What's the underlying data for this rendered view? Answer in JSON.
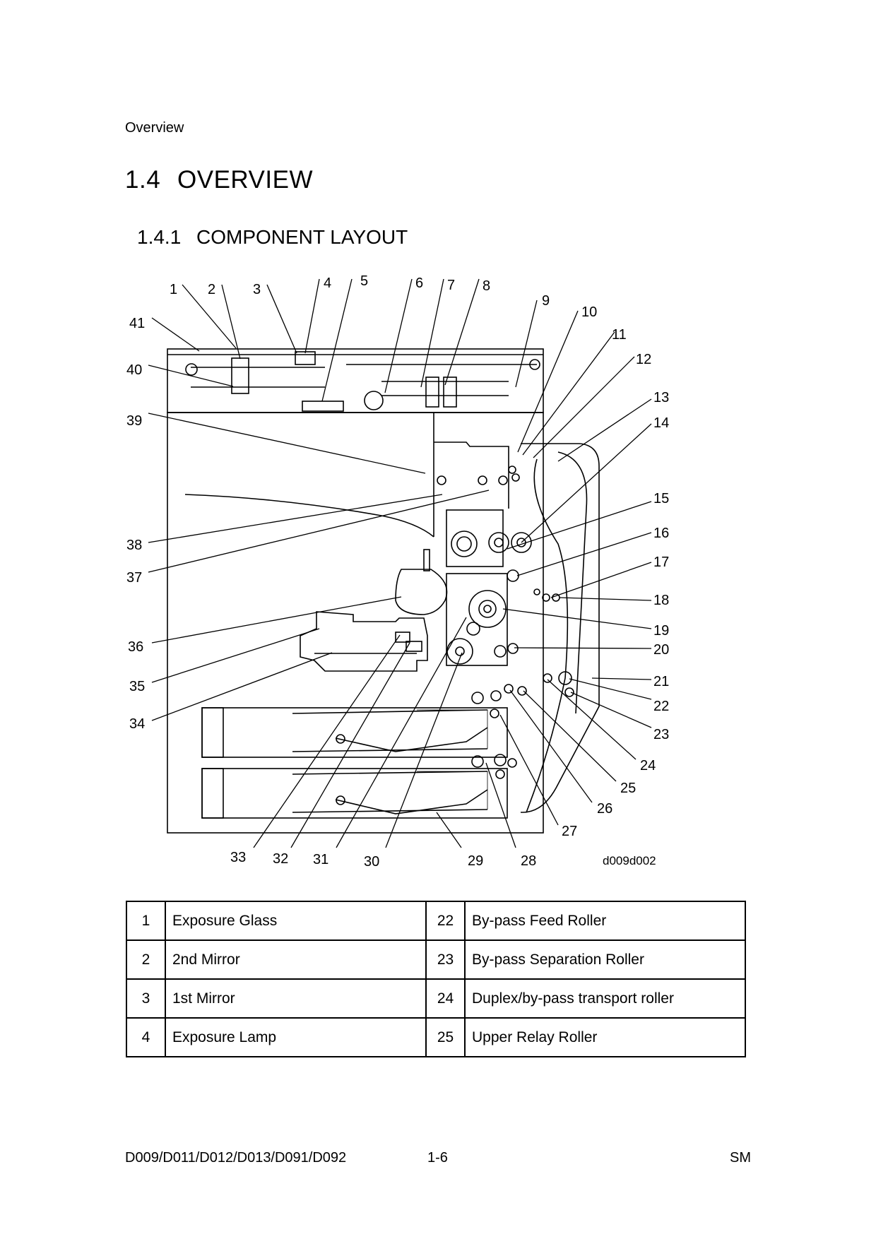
{
  "header": {
    "section_label": "Overview"
  },
  "heading": {
    "number": "1.4",
    "title": "OVERVIEW"
  },
  "subheading": {
    "number": "1.4.1",
    "title": "COMPONENT LAYOUT"
  },
  "diagram": {
    "figure_id": "d009d002",
    "callouts": [
      "1",
      "2",
      "3",
      "4",
      "5",
      "6",
      "7",
      "8",
      "9",
      "10",
      "11",
      "12",
      "13",
      "14",
      "15",
      "16",
      "17",
      "18",
      "19",
      "20",
      "21",
      "22",
      "23",
      "24",
      "25",
      "26",
      "27",
      "28",
      "29",
      "30",
      "31",
      "32",
      "33",
      "34",
      "35",
      "36",
      "37",
      "38",
      "39",
      "40",
      "41"
    ]
  },
  "legend_rows": [
    {
      "n1": "1",
      "name1": "Exposure Glass",
      "n2": "22",
      "name2": "By-pass Feed Roller"
    },
    {
      "n1": "2",
      "name1": "2nd Mirror",
      "n2": "23",
      "name2": "By-pass Separation Roller"
    },
    {
      "n1": "3",
      "name1": "1st Mirror",
      "n2": "24",
      "name2": "Duplex/by-pass transport roller"
    },
    {
      "n1": "4",
      "name1": "Exposure Lamp",
      "n2": "25",
      "name2": "Upper Relay Roller"
    }
  ],
  "footer": {
    "left": "D009/D011/D012/D013/D091/D092",
    "center": "1-6",
    "right": "SM"
  }
}
